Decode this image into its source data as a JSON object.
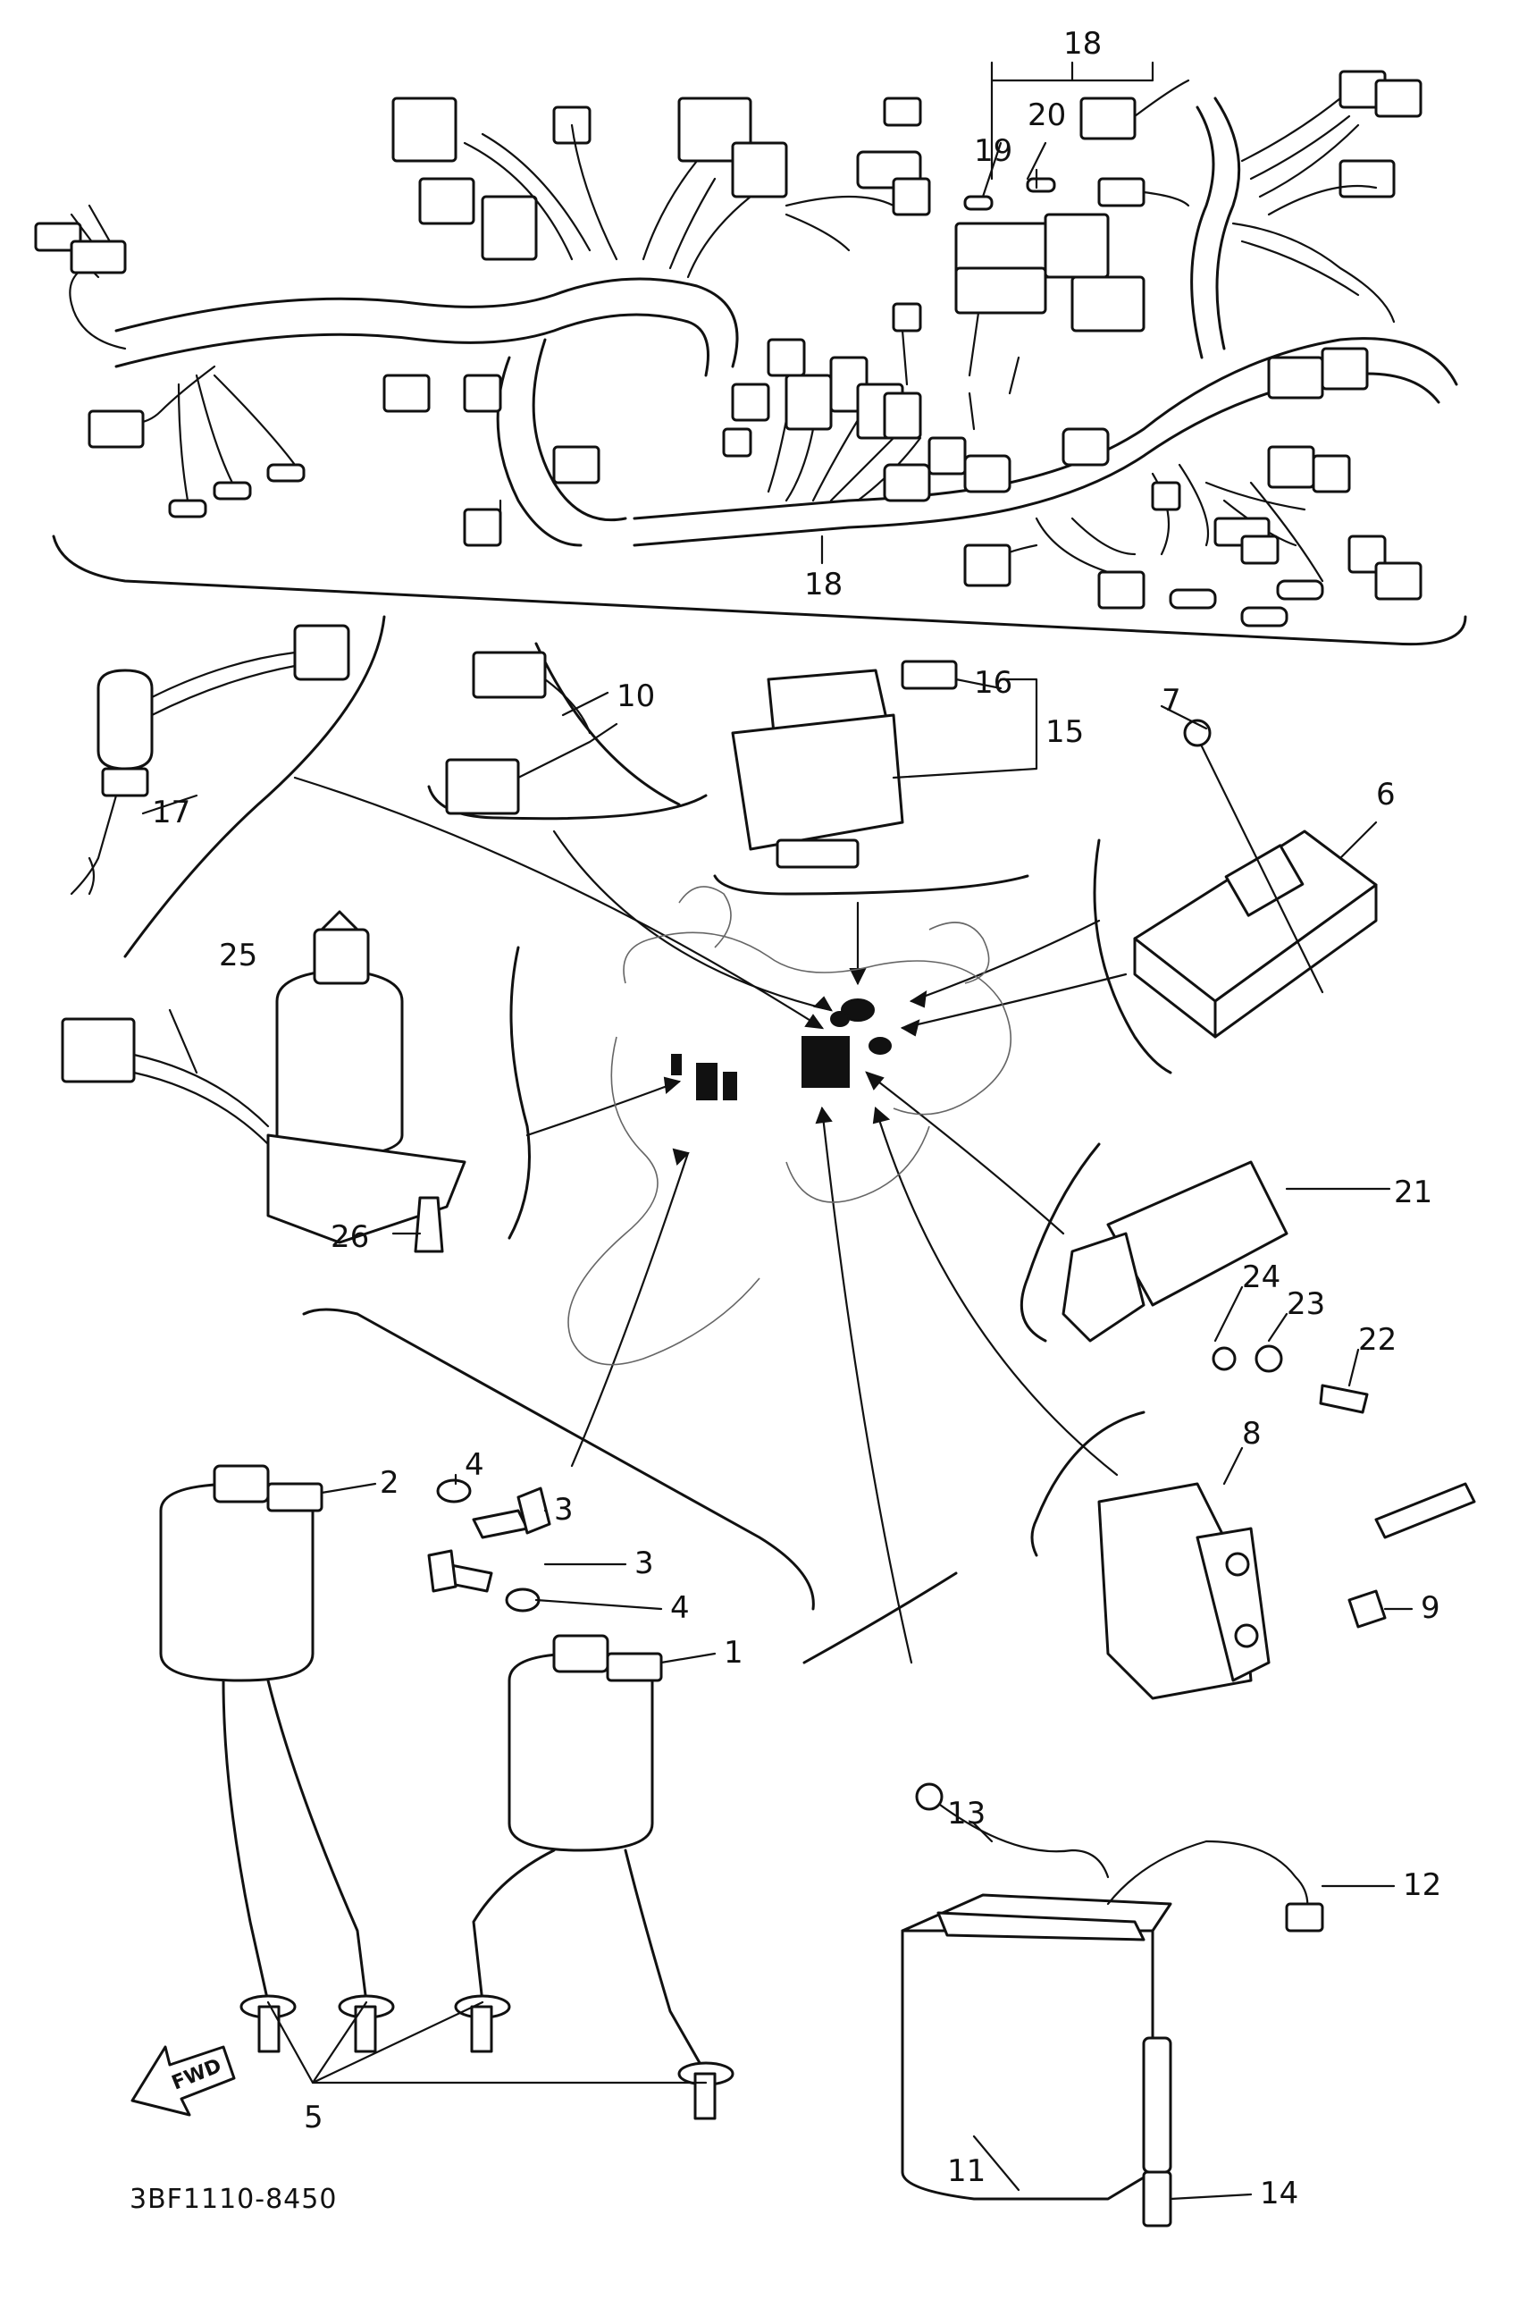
{
  "diagram": {
    "drawing_code": "3BF1110-8450",
    "fwd_label": "FWD",
    "callouts": {
      "c1": "1",
      "c2": "2",
      "c3a": "3",
      "c3b": "3",
      "c4a": "4",
      "c4b": "4",
      "c5": "5",
      "c6": "6",
      "c7": "7",
      "c8": "8",
      "c9": "9",
      "c10": "10",
      "c11": "11",
      "c12": "12",
      "c13": "13",
      "c14": "14",
      "c15": "15",
      "c16": "16",
      "c17": "17",
      "c18a": "18",
      "c18b": "18",
      "c19": "19",
      "c20": "20",
      "c21": "21",
      "c22": "22",
      "c23": "23",
      "c24": "24",
      "c25": "25",
      "c26": "26"
    }
  }
}
